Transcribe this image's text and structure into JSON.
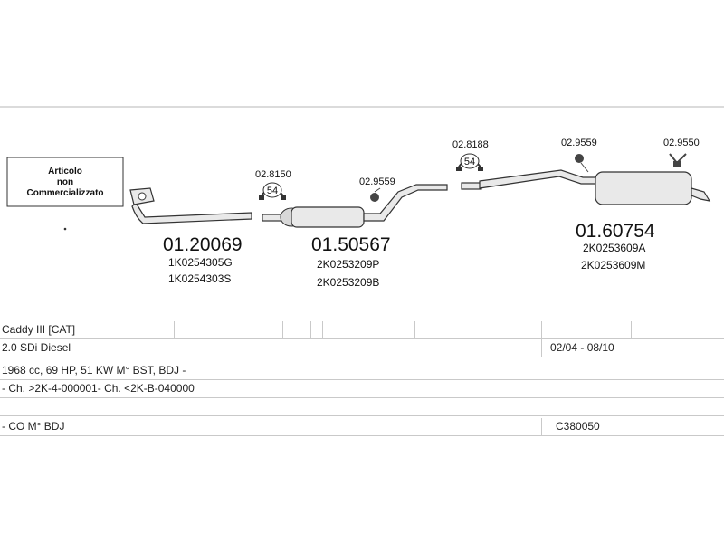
{
  "note_box": {
    "line1": "Articolo",
    "line2": "non",
    "line3": "Commercializzato"
  },
  "parts": {
    "front_pipe": {
      "number": "01.20069",
      "oem": [
        "1K0254305G",
        "1K0254303S"
      ]
    },
    "middle_silencer": {
      "number": "01.50567",
      "oem": [
        "2K0253209P",
        "2K0253209B"
      ]
    },
    "rear_silencer": {
      "number": "01.60754",
      "oem": [
        "2K0253609A",
        "2K0253609M"
      ]
    }
  },
  "accessories": {
    "clamp_1": "02.8150",
    "mount_1": "02.9559",
    "clamp_2": "02.8188",
    "mount_2": "02.9559",
    "mount_3": "02.9550"
  },
  "clamp_badge": "54",
  "info": {
    "model": "Caddy III [CAT]",
    "engine": "2.0 SDi Diesel",
    "date_range": "02/04 - 08/10",
    "spec": "1968 cc, 69 HP, 51 KW M° BST, BDJ -",
    "chassis": "- Ch. >2K-4-000001- Ch. <2K-B-040000",
    "engine_code": "- CO M° BDJ",
    "catalog_code": "C380050"
  }
}
